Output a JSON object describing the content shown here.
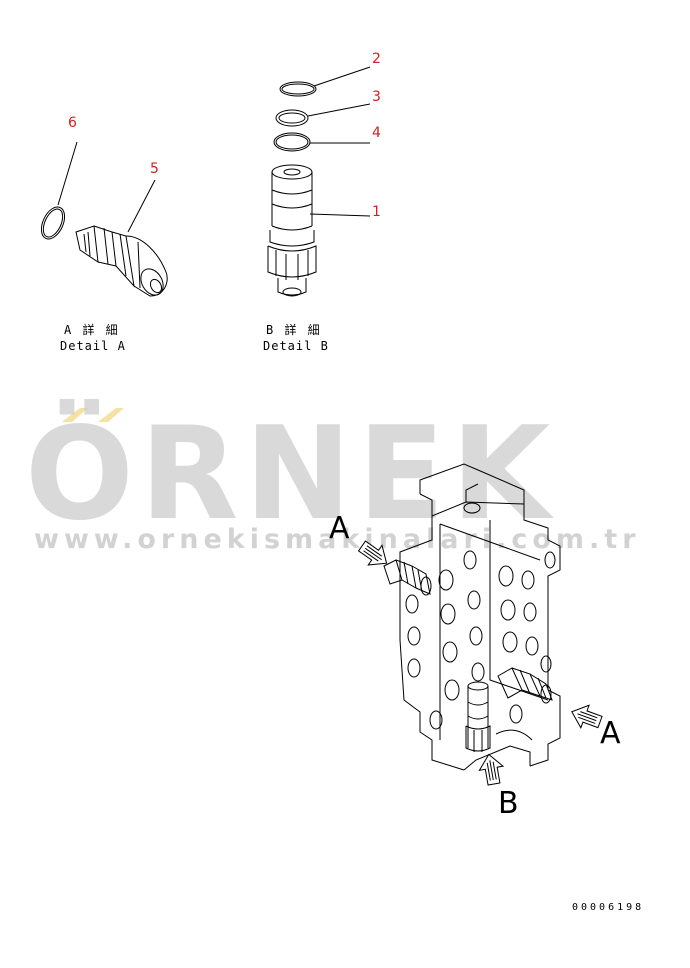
{
  "callouts": {
    "c1": "1",
    "c2": "2",
    "c3": "3",
    "c4": "4",
    "c5": "5",
    "c6": "6"
  },
  "captions": {
    "detail_a_jp": "A 詳 細",
    "detail_a_en": "Detail A",
    "detail_b_jp": "B 詳 細",
    "detail_b_en": "Detail B"
  },
  "view_letters": {
    "a_left": "A",
    "a_right": "A",
    "b_bottom": "B"
  },
  "watermark": {
    "brand": "ÖRNEK",
    "url": "www.ornekismakinalari.com.tr",
    "accent_color": "#f2d98a",
    "text_color": "#c9c9c9"
  },
  "document_number": "00006198",
  "colors": {
    "callout": "#d21f1f",
    "line": "#000000"
  }
}
